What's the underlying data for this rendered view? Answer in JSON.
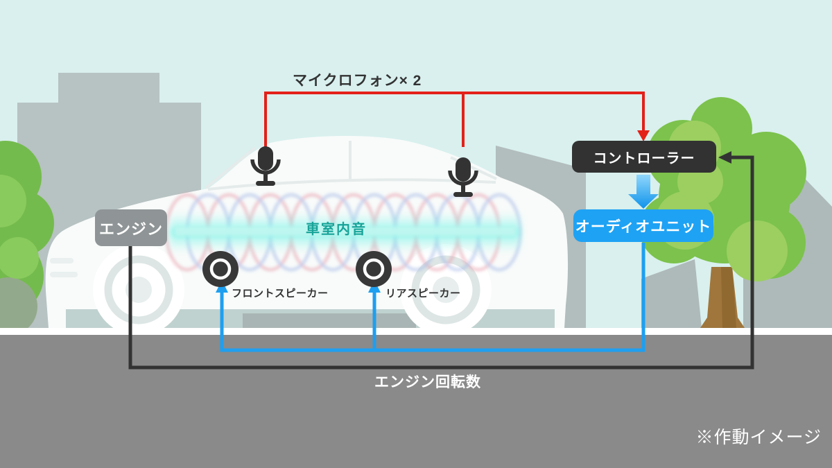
{
  "scene": {
    "microphone_label": "マイクロフォン× 2",
    "cabin_sound_label": "車室内音",
    "engine_rpm_label": "エンジン回転数",
    "note": "※作動イメージ",
    "boxes": {
      "engine": "エンジン",
      "controller": "コントローラー",
      "audio_unit": "オーディオユニット"
    },
    "speakers": {
      "front": "フロントスピーカー",
      "rear": "リアスピーカー"
    },
    "icons": {
      "microphone": "microphone-icon",
      "speaker": "speaker-icon"
    },
    "colors": {
      "signal_red": "#e32119",
      "signal_blue": "#1e9ff0",
      "signal_black": "#333333",
      "controller_box": "#323232",
      "audio_unit_box": "#1ea2f4",
      "engine_box": "#8f9596",
      "cabin_sound_text": "#17a398",
      "sky": "#d9f0ee",
      "road": "#8a8a8a"
    }
  }
}
